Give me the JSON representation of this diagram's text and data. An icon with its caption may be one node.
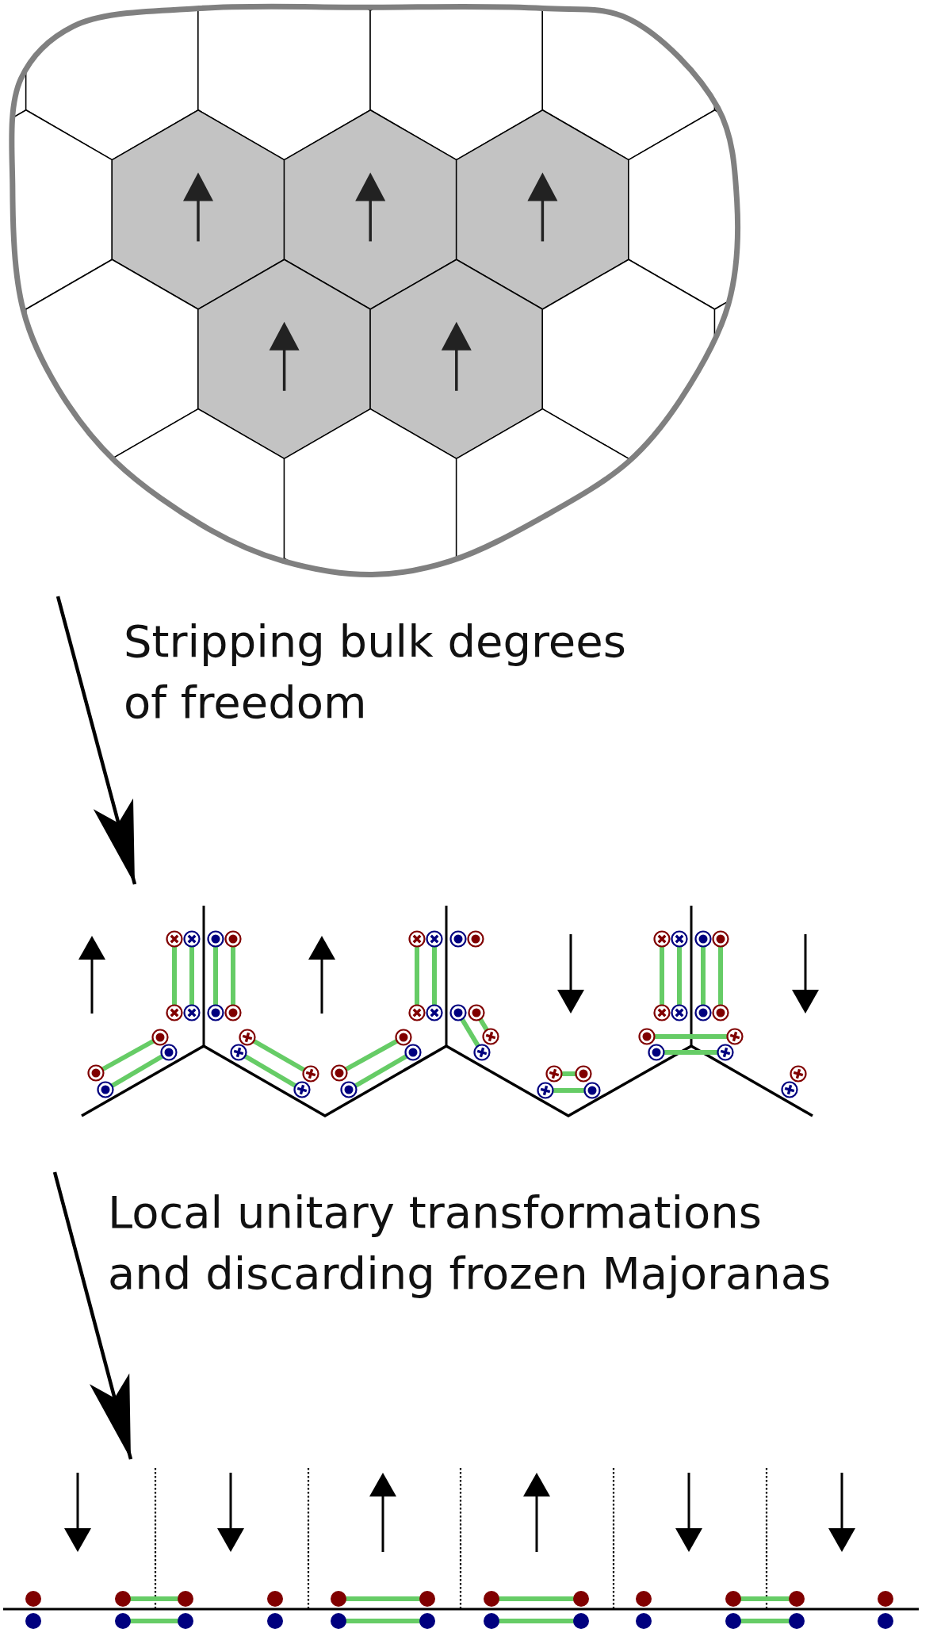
{
  "diagram": {
    "nodes": [
      {
        "text": [],
        "shape": "picture"
      },
      {
        "text": [],
        "shape": "picture"
      },
      {
        "text": [],
        "shape": "picture"
      }
    ],
    "edges": [
      {
        "from": 0,
        "to": 1,
        "arrow": "to",
        "label": "Stripping bulk degrees of freedom"
      },
      {
        "from": 1,
        "to": 2,
        "arrow": "to",
        "label": "Local unitary transformations and discarding frozen Majoranas"
      }
    ]
  }
}
